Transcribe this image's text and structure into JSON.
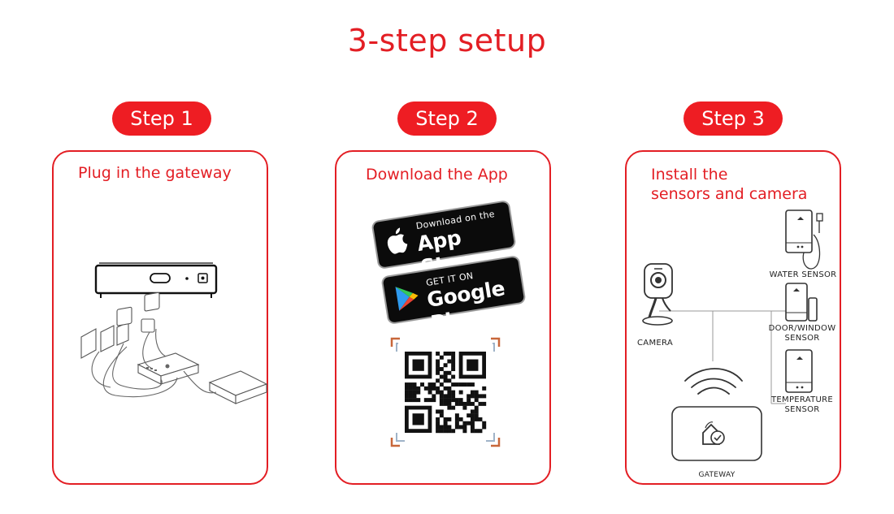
{
  "title": "3-step setup",
  "steps": [
    {
      "label": "Step 1",
      "heading": "Plug in the gateway"
    },
    {
      "label": "Step 2",
      "heading": "Download the App"
    },
    {
      "label": "Step 3",
      "heading_line1": "Install the",
      "heading_line2": "sensors and camera"
    }
  ],
  "app_store": {
    "small": "Download on the",
    "big": "App Store"
  },
  "google_play": {
    "small": "GET IT ON",
    "big": "Google Play"
  },
  "step3_labels": {
    "water_sensor": "WATER SENSOR",
    "door_window_line1": "DOOR/WINDOW",
    "door_window_line2": "SENSOR",
    "camera": "CAMERA",
    "temperature_line1": "TEMPERATURE",
    "temperature_line2": "SENSOR",
    "gateway": "GATEWAY"
  },
  "colors": {
    "accent": "#e31e24",
    "pill": "#ee1d23",
    "badge_bg": "#0b0b0b"
  },
  "icons": [
    "apple-logo-icon",
    "google-play-icon",
    "qr-code-icon",
    "wifi-signal-icon",
    "home-shield-check-icon"
  ]
}
